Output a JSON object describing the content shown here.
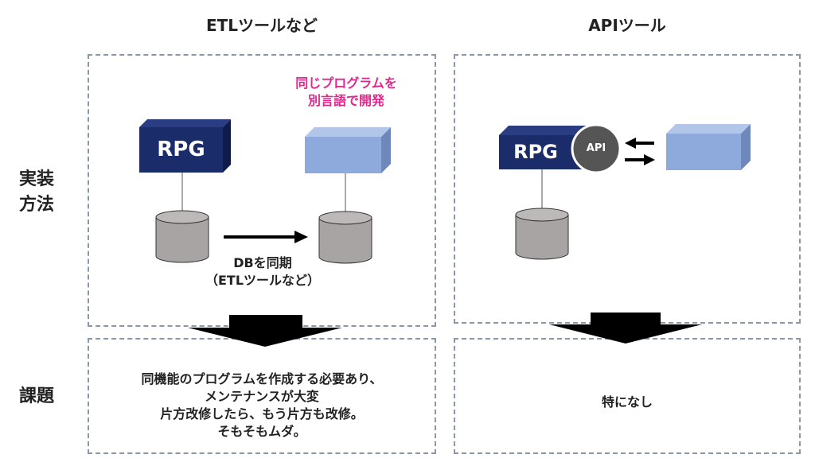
{
  "headers": {
    "left": "ETLツールなど",
    "right": "APIツール"
  },
  "row_labels": {
    "method_line1": "実装",
    "method_line2": "方法",
    "issues": "課題"
  },
  "left_panel": {
    "rpg_label": "RPG",
    "note_line1": "同じプログラムを",
    "note_line2": "別言語で開発",
    "note_color": "#e0288c",
    "sync_line1": "DBを同期",
    "sync_line2": "（ETLツールなど）"
  },
  "right_panel": {
    "rpg_label": "RPG",
    "api_badge": "API"
  },
  "issues": {
    "left_lines": [
      "同機能のプログラムを作成する必要あり、",
      "メンテナンスが大変",
      "片方改修したら、もう片方も改修。",
      "そもそもムダ。"
    ],
    "right": "特になし"
  },
  "colors": {
    "navy_box": "#1b2c6b",
    "light_box": "#8eaadc",
    "cylinder": "#a8a4a4",
    "api_circle": "#555555",
    "dash": "#8a97a8"
  }
}
